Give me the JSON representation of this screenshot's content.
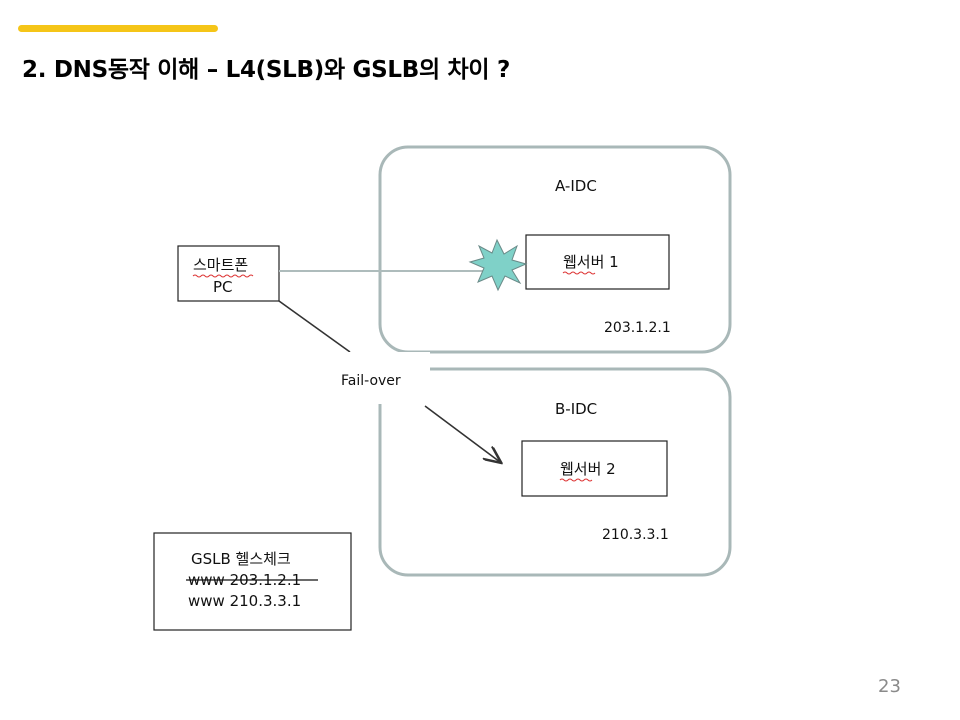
{
  "slide": {
    "title": "2. DNS동작 이해 – L4(SLB)와 GSLB의 차이 ?",
    "page_number": "23",
    "accent_color": "#f5c518"
  },
  "diagram": {
    "idc_a": {
      "label": "A-IDC",
      "server": "웹서버 1",
      "ip": "203.1.2.1"
    },
    "idc_b": {
      "label": "B-IDC",
      "server": "웹서버 2",
      "ip": "210.3.3.1"
    },
    "client": {
      "line1": "스마트폰",
      "line2": "PC"
    },
    "failover_label": "Fail-over",
    "health_check": {
      "title": "GSLB 헬스체크",
      "entry1": "www 203.1.2.1",
      "entry2": "www 210.3.3.1"
    },
    "colors": {
      "cloud_border": "#a9b8b8",
      "failure_burst": "#7fd1c8",
      "link_line": "#aebcbc"
    }
  }
}
